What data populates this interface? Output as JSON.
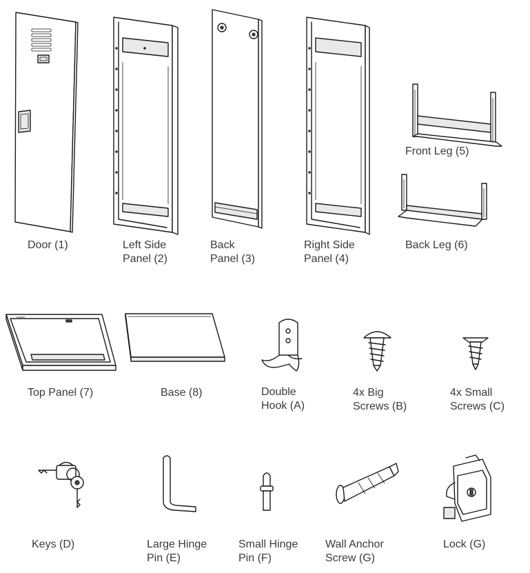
{
  "parts": [
    {
      "id": "door",
      "lines": [
        "Door (1)"
      ]
    },
    {
      "id": "left-side-panel",
      "lines": [
        "Left Side",
        "Panel (2)"
      ]
    },
    {
      "id": "back-panel",
      "lines": [
        "Back",
        "Panel (3)"
      ]
    },
    {
      "id": "right-side-panel",
      "lines": [
        "Right Side",
        "Panel (4)"
      ]
    },
    {
      "id": "front-leg",
      "lines": [
        "Front Leg (5)"
      ]
    },
    {
      "id": "back-leg",
      "lines": [
        "Back Leg (6)"
      ]
    },
    {
      "id": "top-panel",
      "lines": [
        "Top Panel (7)"
      ]
    },
    {
      "id": "base",
      "lines": [
        "Base (8)"
      ]
    },
    {
      "id": "double-hook",
      "lines": [
        "Double",
        "Hook (A)"
      ]
    },
    {
      "id": "big-screws",
      "lines": [
        "4x Big",
        "Screws (B)"
      ]
    },
    {
      "id": "small-screws",
      "lines": [
        "4x Small",
        "Screws (C)"
      ]
    },
    {
      "id": "keys",
      "lines": [
        "Keys (D)"
      ]
    },
    {
      "id": "large-hinge-pin",
      "lines": [
        "Large Hinge",
        "Pin (E)"
      ]
    },
    {
      "id": "small-hinge-pin",
      "lines": [
        "Small Hinge",
        "Pin (F)"
      ]
    },
    {
      "id": "wall-anchor-screw",
      "lines": [
        "Wall Anchor",
        "Screw (G)"
      ]
    },
    {
      "id": "lock",
      "lines": [
        "Lock (G)"
      ]
    }
  ]
}
